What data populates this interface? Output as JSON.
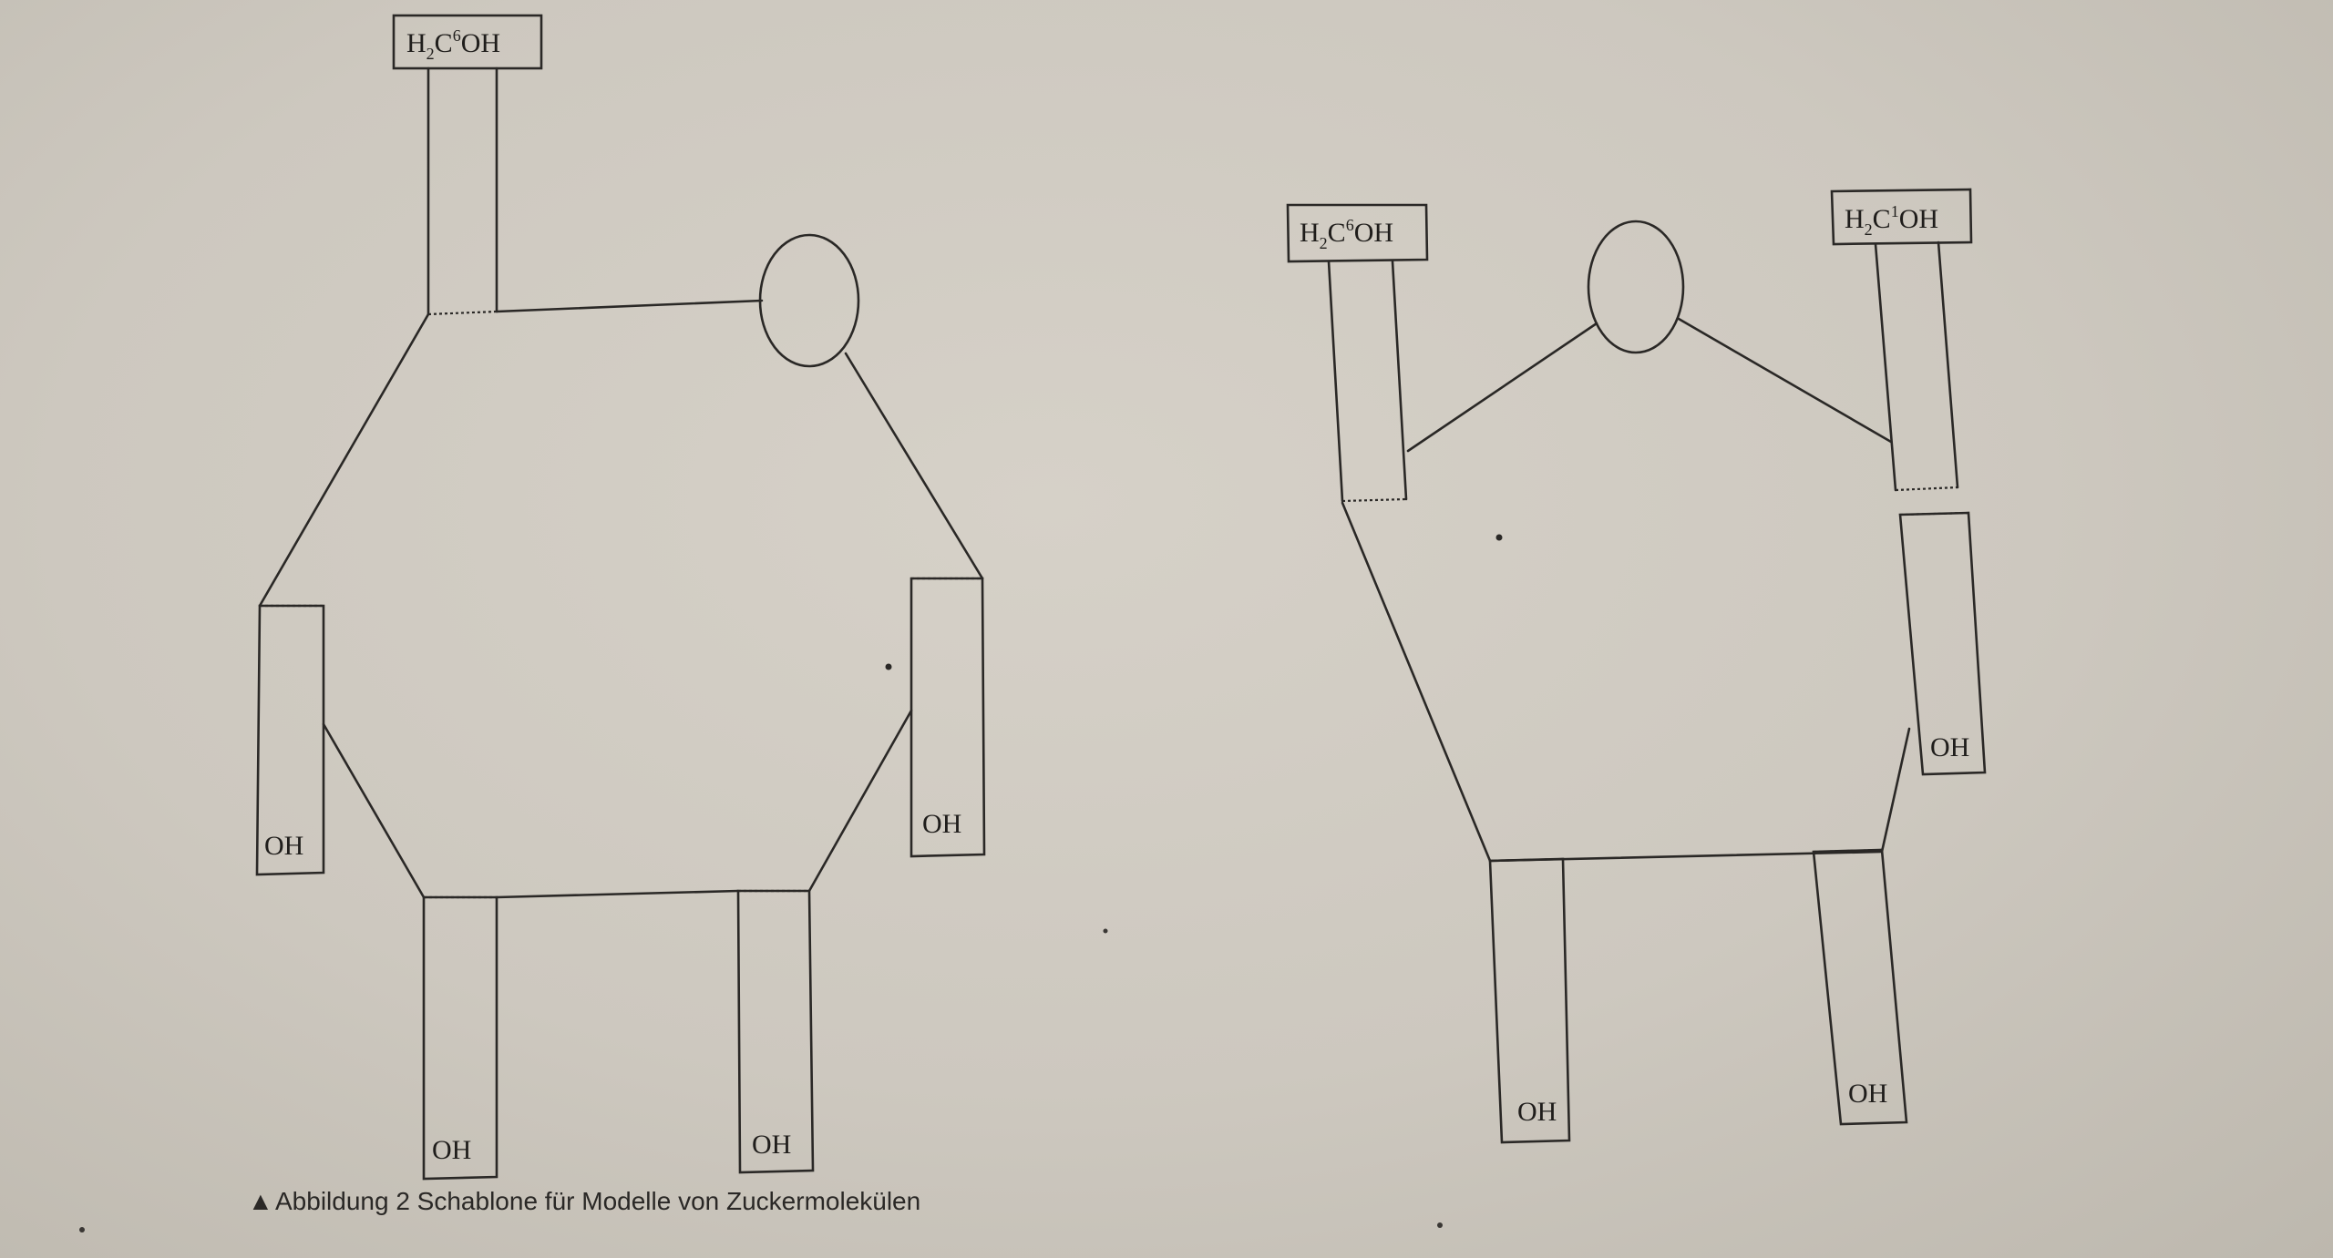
{
  "left_template": {
    "top_label": {
      "a": "H",
      "sub": "2",
      "b": "C",
      "sup": "6",
      "c": "OH"
    },
    "side_left_label": "OH",
    "side_right_label": "OH",
    "bottom_left_label": "OH",
    "bottom_right_label": "OH"
  },
  "right_template": {
    "top_left_label": {
      "a": "H",
      "sub": "2",
      "b": "C",
      "sup": "6",
      "c": "OH"
    },
    "top_right_label": {
      "a": "H",
      "sub": "2",
      "b": "C",
      "sup": "1",
      "c": "OH"
    },
    "side_right_label": "OH",
    "bottom_left_label": "OH",
    "bottom_right_label": "OH"
  },
  "caption": {
    "marker": "▲",
    "text": "Abbildung 2 Schablone für Modelle von Zuckermolekülen"
  }
}
